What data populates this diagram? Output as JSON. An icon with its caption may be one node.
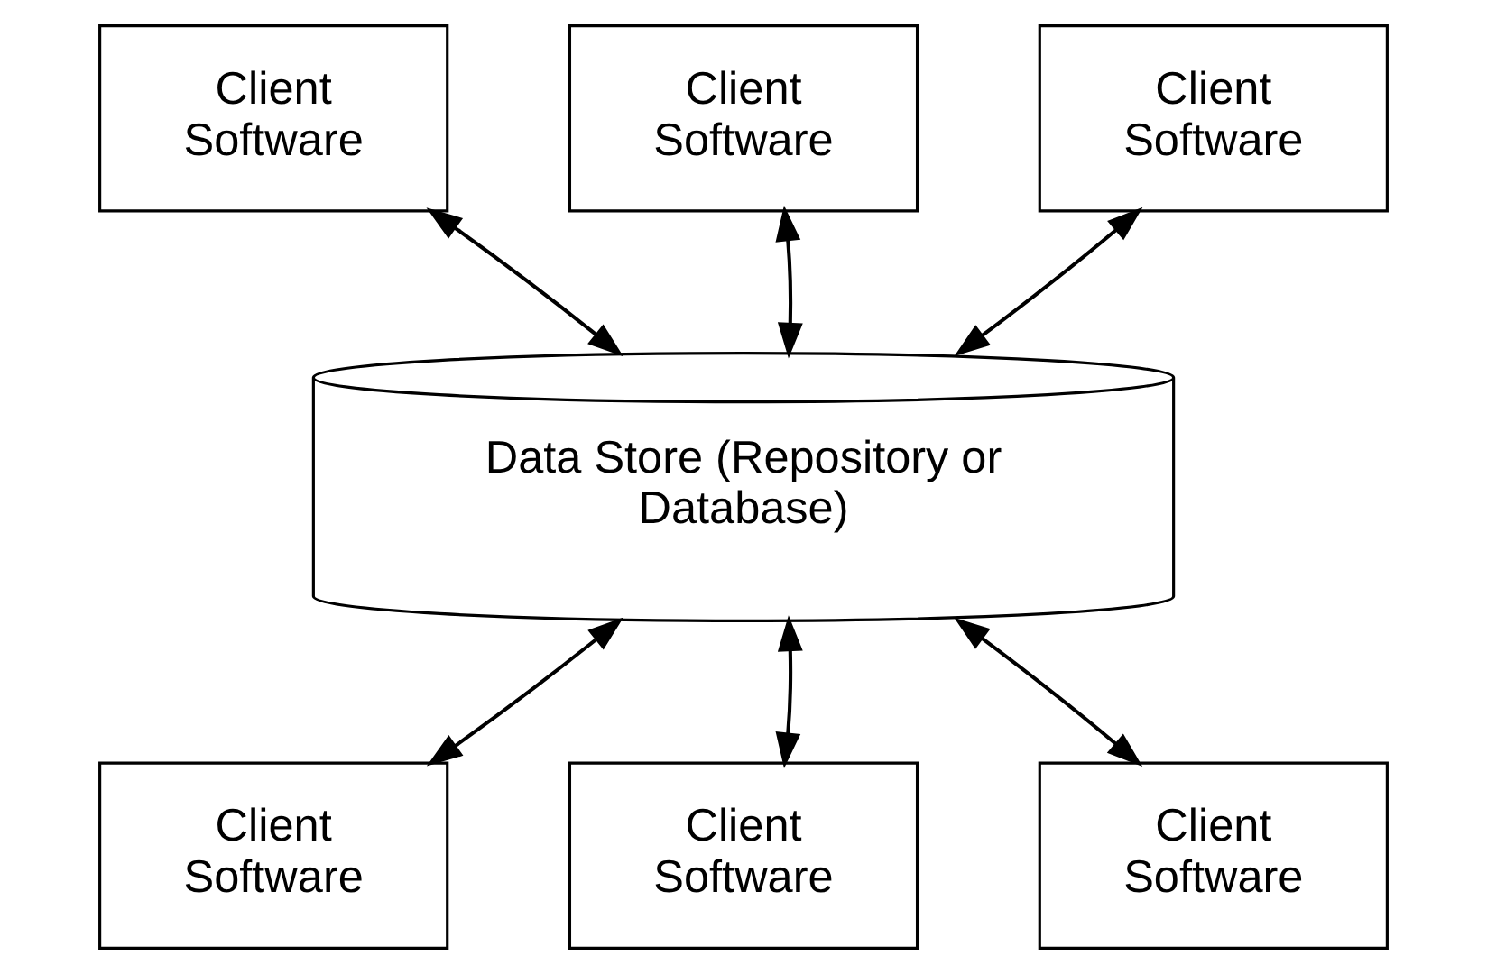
{
  "diagram": {
    "nodes": [
      {
        "text": [
          "Client Software"
        ]
      },
      {
        "text": [
          "Client Software"
        ]
      },
      {
        "text": [
          "Client Software"
        ]
      },
      {
        "text": [
          "Data Store (Repository or Database)"
        ]
      },
      {
        "text": [
          "Client Software"
        ]
      },
      {
        "text": [
          "Client Software"
        ]
      },
      {
        "text": [
          "Client Software"
        ]
      }
    ],
    "edges": [
      {
        "from": 0,
        "to": 3,
        "arrow": "both"
      },
      {
        "from": 1,
        "to": 3,
        "arrow": "both"
      },
      {
        "from": 2,
        "to": 3,
        "arrow": "both"
      },
      {
        "from": 4,
        "to": 3,
        "arrow": "both"
      },
      {
        "from": 5,
        "to": 3,
        "arrow": "both"
      },
      {
        "from": 6,
        "to": 3,
        "arrow": "both"
      }
    ]
  }
}
